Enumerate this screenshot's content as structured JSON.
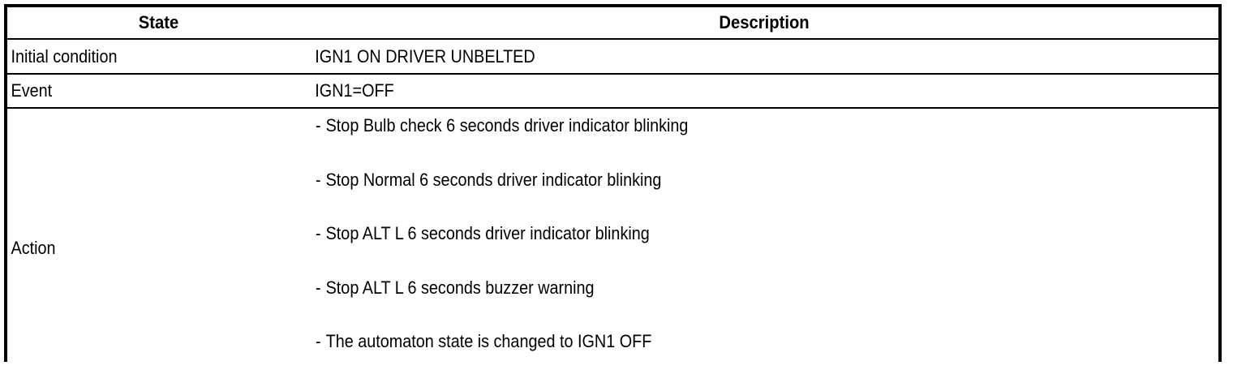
{
  "document": {
    "kind": "state-description-table",
    "background_color": "#ffffff",
    "text_color": "#000000",
    "border_color": "#000000"
  },
  "table": {
    "headers": {
      "state": "State",
      "description": "Description"
    },
    "rows": [
      {
        "state": "Initial condition",
        "description": "IGN1 ON DRIVER UNBELTED"
      },
      {
        "state": "Event",
        "description": "IGN1=OFF"
      }
    ],
    "action_row": {
      "state": "Action",
      "bullet": "-",
      "items": [
        "Stop Bulb check 6 seconds driver indicator blinking",
        "Stop Normal 6 seconds driver indicator blinking",
        "Stop ALT L 6 seconds driver indicator blinking",
        "Stop ALT L 6 seconds buzzer warning",
        "The automaton state is changed to IGN1 OFF"
      ]
    }
  }
}
